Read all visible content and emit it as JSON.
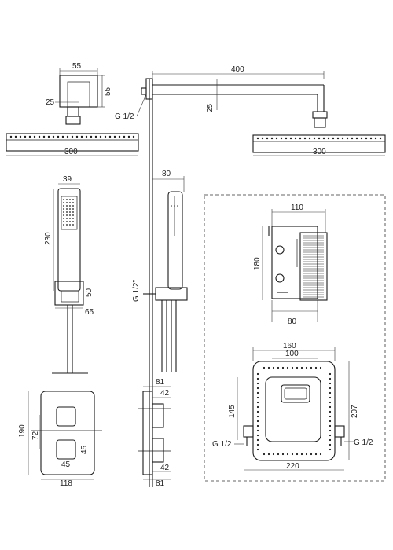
{
  "dimensions": {
    "head_bracket_width": "55",
    "head_bracket_height": "55",
    "head_pipe_diameter": "25",
    "head_left_width": "300",
    "arm_length": "400",
    "arm_pipe_diameter": "25",
    "arm_thread": "G 1/2",
    "head_right_width": "300",
    "hand_width": "39",
    "hand_length": "230",
    "hand_holder_height": "50",
    "hand_holder_depth": "65",
    "hand_side_depth": "80",
    "outlet_thread": "G 1/2\"",
    "box_width": "110",
    "box_height": "180",
    "box_depth": "80",
    "plate_outer_width": "160",
    "plate_inner_width": "100",
    "plate_frame_height": "145",
    "plate_height": "207",
    "plate_thread_left": "G 1/2",
    "plate_thread_right": "G 1/2",
    "plate_span": "220",
    "mixer_height": "190",
    "mixer_knob_spacing": "72",
    "mixer_knob_size_left": "45",
    "mixer_knob_size_right": "45",
    "mixer_width": "118",
    "mixer_side_depth_top": "81",
    "mixer_side_knob_top": "42",
    "mixer_side_knob_bottom": "42",
    "mixer_side_depth_bottom": "81"
  }
}
